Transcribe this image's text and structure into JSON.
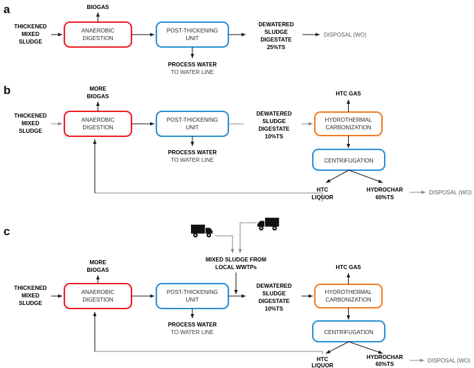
{
  "figure": {
    "type": "process-flow-diagram",
    "title": "Sewage sludge treatment scenarios with hydrothermal carbonization",
    "colors": {
      "red": "#ED1C24",
      "blue": "#2B8FD4",
      "orange": "#F47B20",
      "line": "#1A1A1A",
      "line_grey": "#8A8A8A",
      "text_dark": "#2B2B2B",
      "text_grey": "#595959",
      "background": "#FFFFFF"
    }
  },
  "panels": [
    {
      "letter": "a",
      "boxes": [
        {
          "id": "ad",
          "line1": "ANAEROBIC",
          "line2": "DIGESTION",
          "color": "red"
        },
        {
          "id": "ptu",
          "line1": "POST-THICKENING",
          "line2": "UNIT",
          "color": "blue"
        }
      ],
      "labels": {
        "input": [
          "THICKENED",
          "MIXED",
          "SLUDGE"
        ],
        "gas": [
          "BIOGAS"
        ],
        "process_water_bold": "PROCESS WATER",
        "process_water_reg": "TO WATER LINE",
        "digestate": [
          "DEWATERED",
          "SLUDGE",
          "DIGESTATE",
          "25%TS"
        ],
        "disposal": "DISPOSAL (WO)"
      }
    },
    {
      "letter": "b",
      "boxes": [
        {
          "id": "ad",
          "line1": "ANAEROBIC",
          "line2": "DIGESTION",
          "color": "red"
        },
        {
          "id": "ptu",
          "line1": "POST-THICKENING",
          "line2": "UNIT",
          "color": "blue"
        },
        {
          "id": "htc",
          "line1": "HYDROTHERMAL",
          "line2": "CARBONIZATION",
          "color": "orange"
        },
        {
          "id": "cfg",
          "line1": "CENTRIFUGATION",
          "line2": "",
          "color": "blue"
        }
      ],
      "labels": {
        "input": [
          "THICKENED",
          "MIXED",
          "SLUDGE"
        ],
        "gas": [
          "MORE",
          "BIOGAS"
        ],
        "process_water_bold": "PROCESS WATER",
        "process_water_reg": "TO WATER LINE",
        "digestate": [
          "DEWATERED",
          "SLUDGE",
          "DIGESTATE",
          "10%TS"
        ],
        "htc_gas": "HTC GAS",
        "htc_liquor": [
          "HTC",
          "LIQUOR"
        ],
        "hydrochar": [
          "HYDROCHAR",
          "60%TS"
        ],
        "disposal": "DISPOSAL (WO)"
      }
    },
    {
      "letter": "c",
      "boxes": [
        {
          "id": "ad",
          "line1": "ANAEROBIC",
          "line2": "DIGESTION",
          "color": "red"
        },
        {
          "id": "ptu",
          "line1": "POST-THICKENING",
          "line2": "UNIT",
          "color": "blue"
        },
        {
          "id": "htc",
          "line1": "HYDROTHERMAL",
          "line2": "CARBONIZATION",
          "color": "orange"
        },
        {
          "id": "cfg",
          "line1": "CENTRIFUGATION",
          "line2": "",
          "color": "blue"
        }
      ],
      "labels": {
        "input": [
          "THICKENED",
          "MIXED",
          "SLUDGE"
        ],
        "gas": [
          "MORE",
          "BIOGAS"
        ],
        "trucks": [
          "truck-icon-left",
          "truck-icon-right"
        ],
        "imported_sludge": [
          "MIXED SLUDGE FROM",
          "LOCAL WWTPs"
        ],
        "process_water_bold": "PROCESS WATER",
        "process_water_reg": "TO WATER LINE",
        "digestate": [
          "DEWATERED",
          "SLUDGE",
          "DIGESTATE",
          "10%TS"
        ],
        "htc_gas": "HTC GAS",
        "htc_liquor": [
          "HTC",
          "LIQUOR"
        ],
        "hydrochar": [
          "HYDROCHAR",
          "60%TS"
        ],
        "disposal": "DISPOSAL (WO)"
      }
    }
  ]
}
